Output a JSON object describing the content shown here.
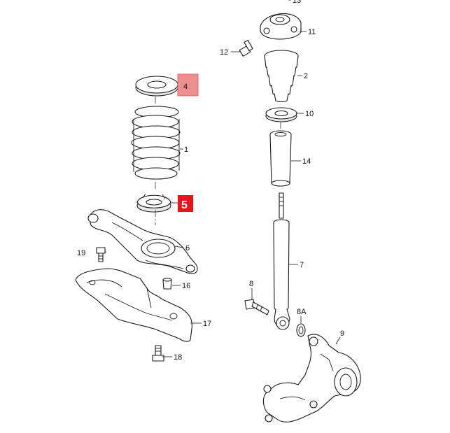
{
  "callouts": {
    "p1": "1",
    "p2": "2",
    "p4": "4",
    "p5": "5",
    "p6": "6",
    "p7": "7",
    "p8": "8",
    "p8a": "8A",
    "p9": "9",
    "p10": "10",
    "p11": "11",
    "p12": "12",
    "p13": "13",
    "p14": "14",
    "p16": "16",
    "p17": "17",
    "p18": "18",
    "p19": "19"
  },
  "highlight_colors": {
    "part4_box": "#ee8f8f",
    "part5_box": "#e8141b"
  }
}
